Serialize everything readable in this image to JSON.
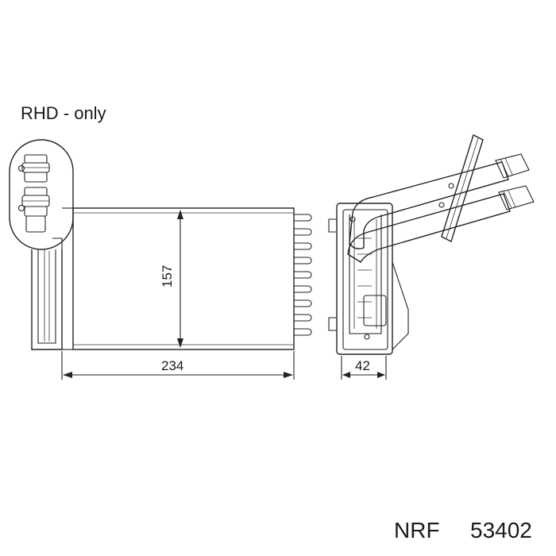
{
  "diagram": {
    "note": "RHD - only",
    "dimensions": {
      "width": "234",
      "height": "157",
      "depth": "42"
    }
  },
  "part": {
    "brand": "NRF",
    "number": "53402"
  },
  "colors": {
    "line": "#222222",
    "text": "#1a1a1a",
    "background": "#ffffff"
  }
}
